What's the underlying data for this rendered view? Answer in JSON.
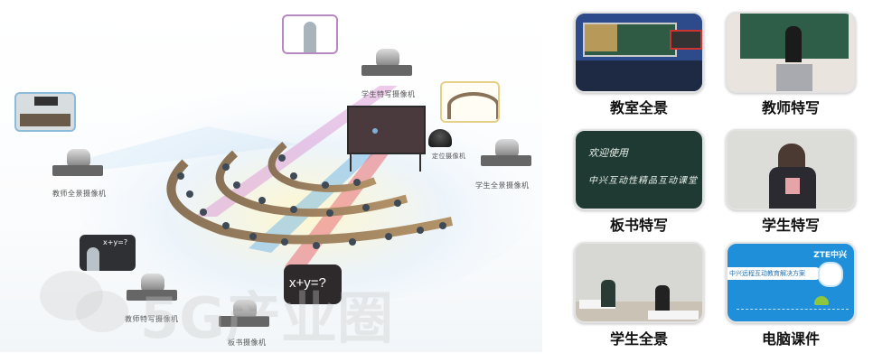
{
  "diagram": {
    "cameras": [
      {
        "id": "teacher-panorama",
        "label": "教师全景摄像机"
      },
      {
        "id": "student-closeup",
        "label": "学生特写摄像机"
      },
      {
        "id": "positioning",
        "label": "定位摄像机"
      },
      {
        "id": "student-panorama",
        "label": "学生全景摄像机"
      },
      {
        "id": "teacher-closeup",
        "label": "教师特写摄像机"
      },
      {
        "id": "blackboard",
        "label": "板书摄像机"
      }
    ],
    "bubbles": {
      "teacher_closeup_formula": "x+y=?",
      "blackboard_formula": "x+y=?"
    },
    "watermark": "5G产业圈",
    "beam_colors": {
      "pink": "#d98bd0",
      "blue": "#6fb6e6",
      "red": "#e8606a",
      "yellow": "#f3e27a"
    }
  },
  "views": [
    {
      "label": "教室全景"
    },
    {
      "label": "教师特写"
    },
    {
      "label": "板书特写",
      "board_lines": [
        "欢迎使用",
        "中兴互动性精品互动课堂"
      ]
    },
    {
      "label": "学生特写"
    },
    {
      "label": "学生全景"
    },
    {
      "label": "电脑课件",
      "brand": "ZTE中兴",
      "title": "中兴远程互动教育解决方案"
    }
  ]
}
